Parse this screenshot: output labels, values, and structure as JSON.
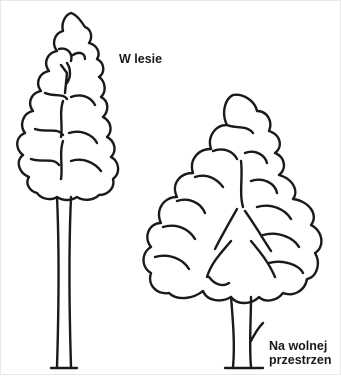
{
  "labels": {
    "forest": "W lesie",
    "open_line1": "Na wolnej",
    "open_line2": "przestrzen"
  },
  "colors": {
    "ink": "#1a1a1a",
    "background": "#ffffff"
  }
}
